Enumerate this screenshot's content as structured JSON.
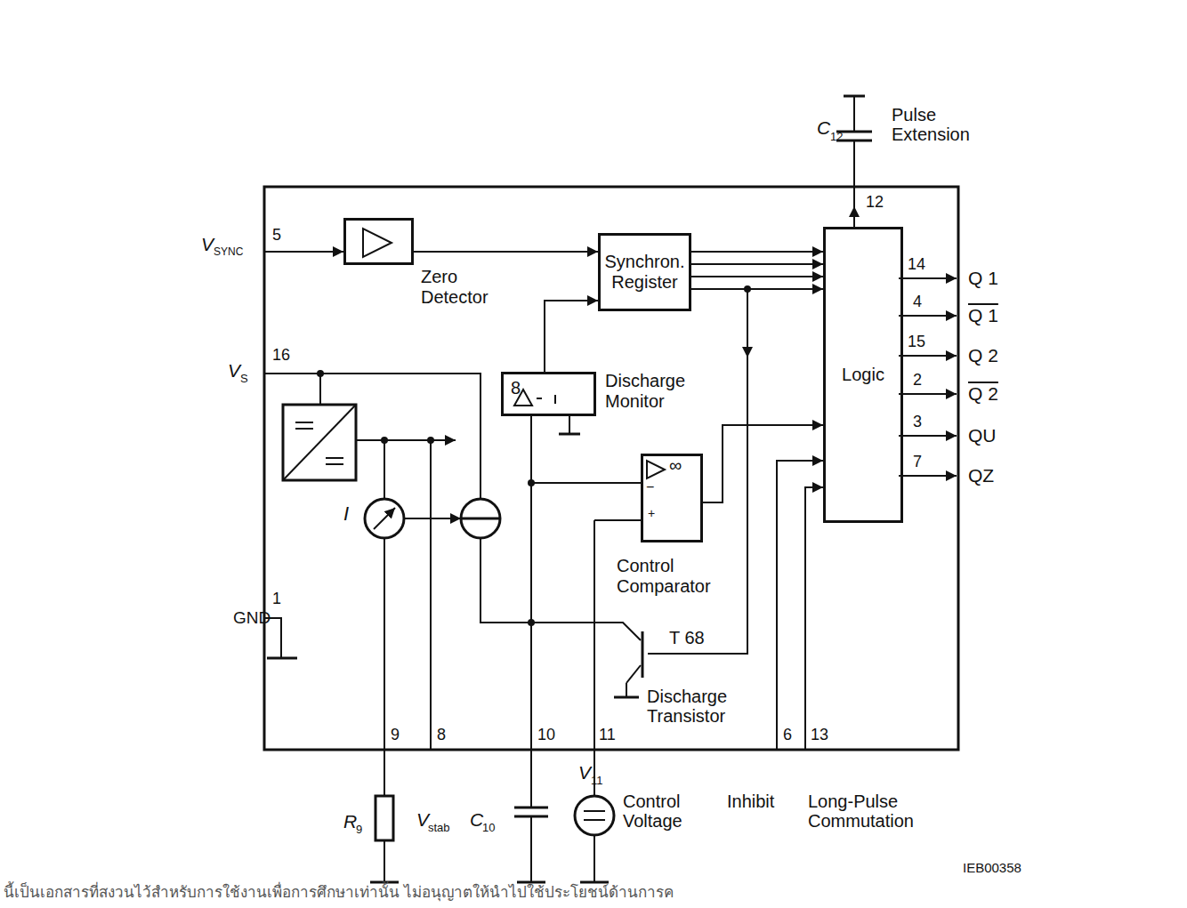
{
  "diagram": {
    "nodes": [
      {
        "text": [
          "Zero Detector"
        ]
      },
      {
        "text": [
          "Synchron. Register"
        ]
      },
      {
        "text": [
          "8",
          "Discharge Monitor"
        ]
      },
      {
        "text": [
          "Control Comparator"
        ]
      },
      {
        "text": [
          "Logic"
        ]
      }
    ],
    "edges": [
      {
        "from": 0,
        "to": 1,
        "arrow": "to"
      },
      {
        "from": 1,
        "to": 4,
        "arrow": "to"
      },
      {
        "from": 1,
        "to": 4,
        "arrow": "to"
      },
      {
        "from": 1,
        "to": 4,
        "arrow": "to"
      },
      {
        "from": 1,
        "to": 4,
        "arrow": "to"
      },
      {
        "from": 2,
        "to": 1,
        "arrow": "to"
      },
      {
        "from": 3,
        "to": 4,
        "arrow": "to"
      }
    ],
    "labels": [
      "C",
      "12",
      "Pulse Extension",
      "12",
      "V",
      "SYNC",
      "5",
      "14",
      "4",
      "15",
      "2",
      "3",
      "7",
      "Q 1",
      "Q 1",
      "Q 2",
      "Q 2",
      "QU",
      "QZ",
      "16",
      "V",
      "S",
      "I",
      "∞",
      "−",
      "+",
      "1",
      "GND",
      "T 68",
      "Discharge Transistor",
      "9",
      "8",
      "10",
      "11",
      "6",
      "13",
      "R",
      "9",
      "V",
      "stab",
      "C",
      "10",
      "V",
      "11",
      "Control Voltage",
      "Inhibit",
      "Long-Pulse Commutation",
      "IEB00358",
      "นี้เป็นเอกสารที่สงวนไว้สำหรับการใช้งานเพื่อการศึกษาเท่านั้น ไม่อนุญาตให้นำไปใช้ประโยชน์ด้านการค"
    ]
  }
}
